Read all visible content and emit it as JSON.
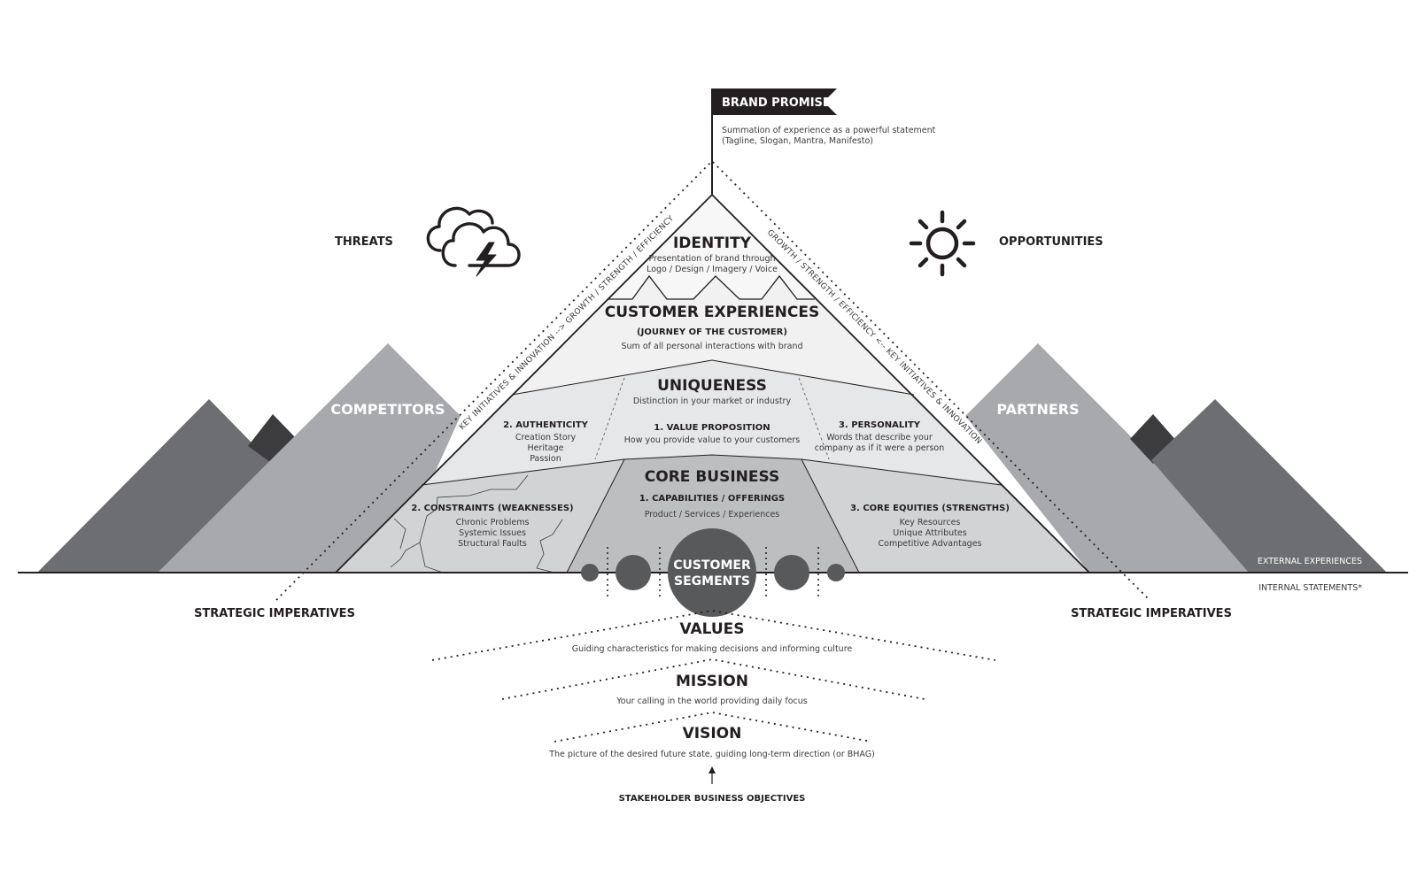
{
  "brand_promise": {
    "title": "BRAND PROMISE",
    "desc_line1": "Summation of experience as a powerful statement",
    "desc_line2": "(Tagline, Slogan, Mantra, Manifesto)"
  },
  "threats": {
    "label": "THREATS",
    "icon": "storm-cloud-icon"
  },
  "opportunities": {
    "label": "OPPORTUNITIES",
    "icon": "sun-icon"
  },
  "competitors": {
    "label": "COMPETITORS"
  },
  "partners": {
    "label": "PARTNERS"
  },
  "identity": {
    "title": "IDENTITY",
    "line1": "Presentation of brand through",
    "line2": "Logo / Design / Imagery / Voice"
  },
  "customer_experiences": {
    "title": "CUSTOMER EXPERIENCES",
    "subtitle": "(JOURNEY OF THE CUSTOMER)",
    "line1": "Sum of all personal interactions with brand"
  },
  "uniqueness": {
    "title": "UNIQUENESS",
    "line1": "Distinction in your market or industry",
    "authenticity": {
      "title": "2. AUTHENTICITY",
      "items": [
        "Creation Story",
        "Heritage",
        "Passion"
      ]
    },
    "value_proposition": {
      "title": "1. VALUE PROPOSITION",
      "line1": "How you provide value to your customers"
    },
    "personality": {
      "title": "3. PERSONALITY",
      "line1": "Words that describe your",
      "line2": "company as if it were a person"
    }
  },
  "core_business": {
    "title": "CORE BUSINESS",
    "capabilities": {
      "title": "1. CAPABILITIES / OFFERINGS",
      "line1": "Product / Services / Experiences"
    },
    "constraints": {
      "title": "2. CONSTRAINTS (WEAKNESSES)",
      "items": [
        "Chronic Problems",
        "Systemic Issues",
        "Structural Faults"
      ]
    },
    "equities": {
      "title": "3. CORE EQUITIES (STRENGTHS)",
      "items": [
        "Key Resources",
        "Unique Attributes",
        "Competitive Advantages"
      ]
    }
  },
  "customer_segments": {
    "line1": "CUSTOMER",
    "line2": "SEGMENTS"
  },
  "left_side_label": "KEY INITIATIVES & INNOVATION --> GROWTH / STRENGTH / EFFICIENCY",
  "right_side_label": "GROWTH / STRENGTH / EFFICIENCY <-- KEY INITIATIVES & INNOVATION",
  "external_experiences": "EXTERNAL EXPERIENCES",
  "internal_statements": "INTERNAL STATEMENTS*",
  "strategic_left": "STRATEGIC IMPERATIVES",
  "strategic_right": "STRATEGIC IMPERATIVES",
  "values": {
    "title": "VALUES",
    "line1": "Guiding characteristics for making decisions and informing culture"
  },
  "mission": {
    "title": "MISSION",
    "line1": "Your calling in the world providing daily focus"
  },
  "vision": {
    "title": "VISION",
    "line1": "The picture of the desired future state, guiding long-term direction (or BHAG)"
  },
  "stakeholder": "STAKEHOLDER BUSINESS OBJECTIVES",
  "colors": {
    "dark": "#231f20",
    "mountain_dark": "#6d6e71",
    "mountain_light": "#a7a9ac",
    "mountain_peak": "#3c3c3e",
    "tier_identity": "#f7f7f7",
    "tier_cx": "#f1f1f2",
    "tier_uniqueness": "#e6e7e8",
    "tier_core": "#d1d3d4",
    "tier_core_center": "#bcbec0",
    "segments": "#58595b"
  }
}
